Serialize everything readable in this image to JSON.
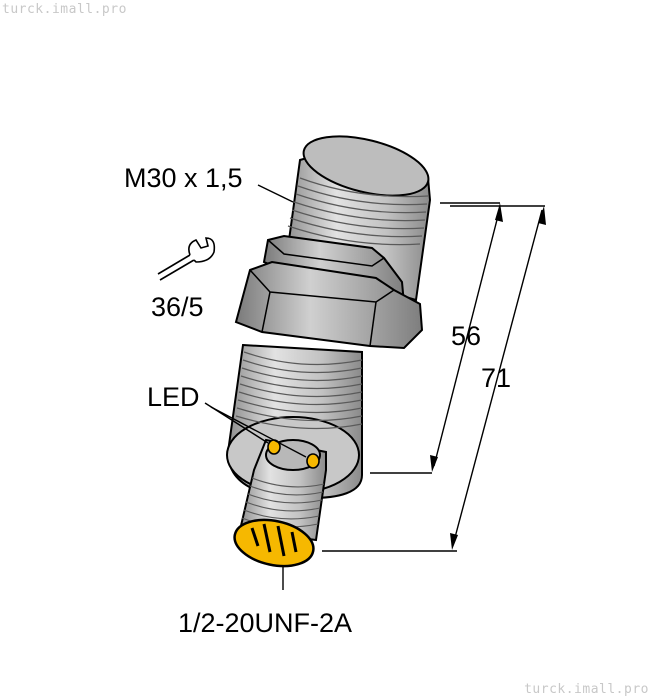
{
  "watermarks": {
    "top": "turck.imall.pro",
    "bottom": "turck.imall.pro"
  },
  "labels": {
    "thread": "M30 x 1,5",
    "wrench": "36/5",
    "led": "LED",
    "dim_56": "56",
    "dim_71": "71",
    "connector": "1/2-20UNF-2A"
  },
  "icons": {
    "wrench": "wrench-icon"
  },
  "colors": {
    "led": "#f6b800",
    "connector_face": "#f6b800",
    "body": "#c4c4c4",
    "outline": "#000000"
  }
}
